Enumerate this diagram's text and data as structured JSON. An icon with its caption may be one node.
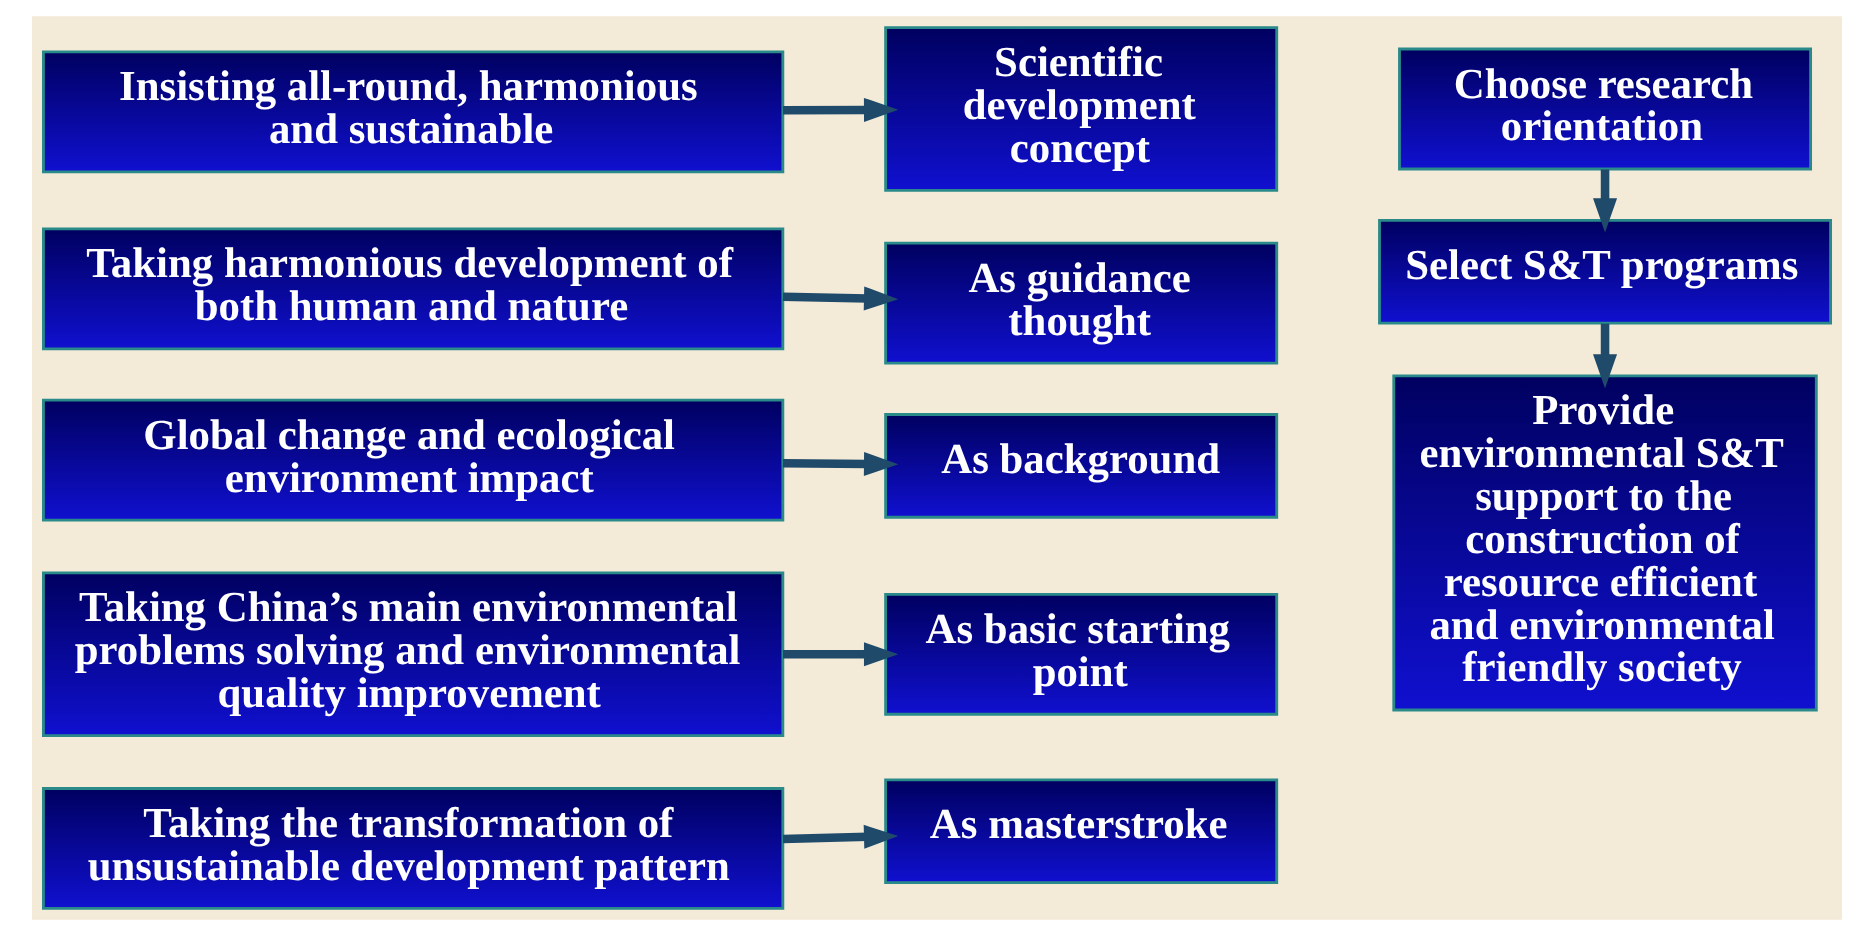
{
  "diagram": {
    "nodes": [
      {
        "text": [
          "Insisting all-round, harmonious and sustainable"
        ]
      },
      {
        "text": [
          "Taking harmonious development of both human and nature"
        ]
      },
      {
        "text": [
          "Global change and ecological environment impact"
        ]
      },
      {
        "text": [
          "Taking China’s main environmental problems solving and environmental quality improvement"
        ]
      },
      {
        "text": [
          "Taking the transformation of unsustainable development pattern"
        ]
      },
      {
        "text": [
          "Scientific development concept"
        ]
      },
      {
        "text": [
          "As guidance thought"
        ]
      },
      {
        "text": [
          "As background"
        ]
      },
      {
        "text": [
          "As basic starting point"
        ]
      },
      {
        "text": [
          "As masterstroke"
        ]
      },
      {
        "text": [
          "Choose research orientation"
        ]
      },
      {
        "text": [
          "Select S&T programs"
        ]
      },
      {
        "text": [
          "Provide environmental S&T support to the construction of resource efficient and environmental friendly society"
        ]
      }
    ],
    "edges": [
      {
        "from": 0,
        "to": 5,
        "arrow": "to"
      },
      {
        "from": 1,
        "to": 6,
        "arrow": "to"
      },
      {
        "from": 2,
        "to": 7,
        "arrow": "to"
      },
      {
        "from": 3,
        "to": 8,
        "arrow": "to"
      },
      {
        "from": 4,
        "to": 9,
        "arrow": "to"
      },
      {
        "from": 10,
        "to": 11,
        "arrow": "to"
      },
      {
        "from": 11,
        "to": 12,
        "arrow": "to"
      }
    ]
  }
}
